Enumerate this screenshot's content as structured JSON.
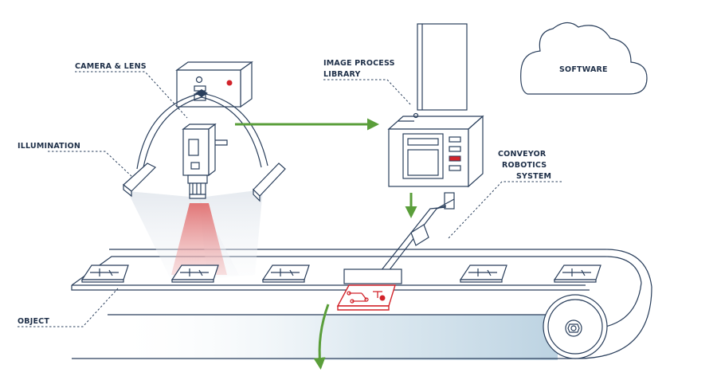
{
  "labels": {
    "camera_lens": "CAMERA & LENS",
    "illumination": "ILLUMINATION",
    "image_process_line1": "IMAGE PROCESS",
    "image_process_line2": "LIBRARY",
    "software": "SOFTWARE",
    "conveyor_line1": "CONVEYOR",
    "conveyor_line2": "ROBOTICS",
    "conveyor_line3": "SYSTEM",
    "object": "OBJECT"
  },
  "colors": {
    "ink": "#2a3f5c",
    "label": "#1e2f48",
    "arrow_green": "#5a9e3a",
    "reject_red": "#d2232a",
    "light_red": "#e8a0a0",
    "belt_shade": "#c9dce8"
  },
  "icons": {
    "camera": "camera-icon",
    "processor": "processor-unit-icon",
    "cloud": "cloud-icon",
    "robot_arm": "robot-arm-icon",
    "circuit_board": "circuit-board-icon",
    "roller": "roller-icon"
  }
}
